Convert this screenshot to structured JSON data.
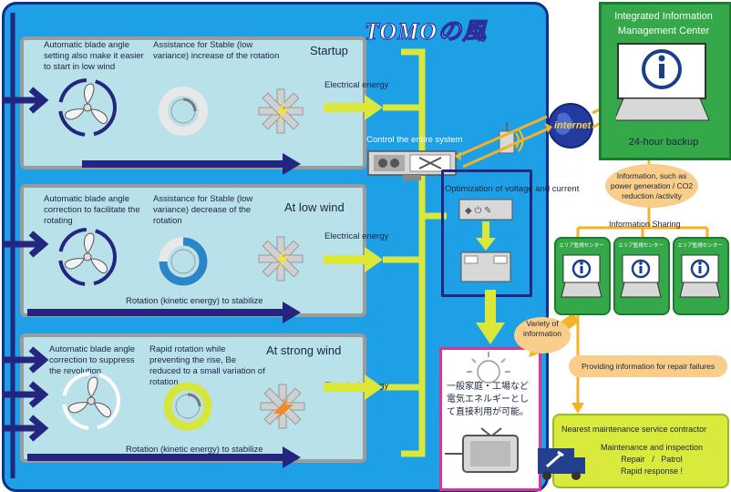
{
  "title": "TOMOの風",
  "panels": [
    {
      "mode": "Startup",
      "blade_text": "Automatic blade angle setting also make it easier to start in low wind",
      "assist_text": "Assistance  for Stable (low variance) increase of the rotation",
      "energy_label": "Electrical energy",
      "rotation_label": ""
    },
    {
      "mode": "At low wind",
      "blade_text": "Automatic blade angle correction to facilitate the rotating",
      "assist_text": "Assistance  for Stable (low variance) decrease of the rotation",
      "energy_label": "Electrical energy",
      "rotation_label": "Rotation (kinetic energy) to stabilize"
    },
    {
      "mode": "At  strong wind",
      "blade_text": "Automatic blade angle correction to suppress the revolution",
      "assist_text": "Rapid rotation while preventing the rise, Be reduced to a small variation of rotation",
      "energy_label": "Electrical energy",
      "rotation_label": "Rotation (kinetic energy) to stabilize"
    }
  ],
  "control_label": "Control the entire system",
  "optimization_label": "Optimization of voltage and current",
  "internet_label": "internet",
  "center": {
    "title": "Integrated Information Management  Center",
    "backup": "24-hour backup"
  },
  "info_bubble": "Information, such as power generation / CO2 reduction /activity",
  "sharing_label": "Information Sharing",
  "area_centers": [
    "エリア監視センター",
    "エリア監視センター",
    "エリア監視センター"
  ],
  "variety_label": "Variety of information",
  "repair_label": "Providing information for repair failures",
  "home_text": "一般家庭・工場など電気エネルギーとして直接利用が可能。",
  "maintenance": {
    "title": "Nearest maintenance service contractor",
    "line1": "Maintenance and inspection",
    "line2": "Repair   /   Patrol",
    "line3": "Rapid response  !"
  },
  "colors": {
    "main_bg": "#1ea0e6",
    "panel_bg": "#b8e1ea",
    "navy": "#23257e",
    "yellow_green": "#dbe83a",
    "green_center": "#35a84a",
    "orange_bubble": "#f9cd8a",
    "magenta": "#e0338f",
    "maint_bg": "#d9ea3c",
    "gold_line": "#f4b227"
  }
}
